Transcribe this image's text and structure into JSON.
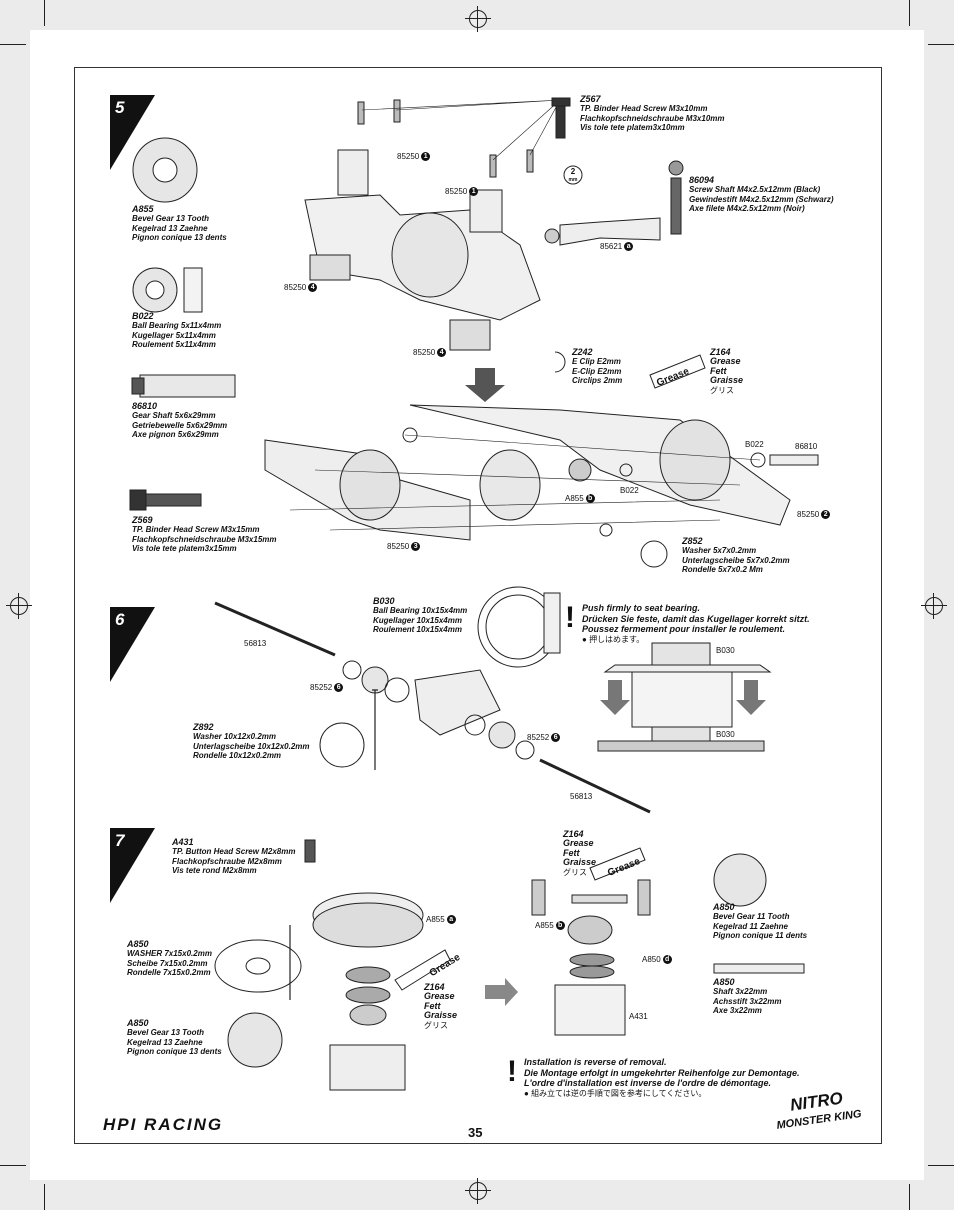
{
  "page_number": "35",
  "steps": {
    "s5": "5",
    "s6": "6",
    "s7": "7"
  },
  "brand": {
    "left": "HPI RACING",
    "right_top": "NITRO",
    "right_bottom": "MONSTER KING"
  },
  "parts": {
    "z567": {
      "code": "Z567",
      "lines": [
        "TP. Binder Head Screw M3x10mm",
        "Flachkopfschneidschraube M3x10mm",
        "Vis tole tete platem3x10mm"
      ]
    },
    "a855": {
      "code": "A855",
      "lines": [
        "Bevel Gear 13 Tooth",
        "Kegelrad 13 Zaehne",
        "Pignon conique 13 dents"
      ]
    },
    "n86094": {
      "code": "86094",
      "lines": [
        "Screw Shaft M4x2.5x12mm (Black)",
        "Gewindestift M4x2.5x12mm (Schwarz)",
        "Axe filete M4x2.5x12mm (Noir)"
      ]
    },
    "b022": {
      "code": "B022",
      "lines": [
        "Ball Bearing 5x11x4mm",
        "Kugellager 5x11x4mm",
        "Roulement 5x11x4mm"
      ]
    },
    "n86810": {
      "code": "86810",
      "lines": [
        "Gear Shaft 5x6x29mm",
        "Getriebewelle 5x6x29mm",
        "Axe pignon 5x6x29mm"
      ]
    },
    "z242": {
      "code": "Z242",
      "lines": [
        "E Clip E2mm",
        "E-Clip E2mm",
        "Circlips 2mm"
      ]
    },
    "z164": {
      "code": "Z164",
      "lines": [
        "Grease",
        "Fett",
        "Graisse"
      ],
      "jp": "グリス"
    },
    "z569": {
      "code": "Z569",
      "lines": [
        "TP. Binder Head Screw M3x15mm",
        "Flachkopfschneidschraube M3x15mm",
        "Vis tole tete platem3x15mm"
      ]
    },
    "z852": {
      "code": "Z852",
      "lines": [
        "Washer 5x7x0.2mm",
        "Unterlagscheibe 5x7x0.2mm",
        "Rondelle 5x7x0.2 Mm"
      ]
    },
    "b030": {
      "code": "B030",
      "lines": [
        "Ball Bearing 10x15x4mm",
        "Kugellager 10x15x4mm",
        "Roulement 10x15x4mm"
      ]
    },
    "z892": {
      "code": "Z892",
      "lines": [
        "Washer 10x12x0.2mm",
        "Unterlagscheibe 10x12x0.2mm",
        "Rondelle 10x12x0.2mm"
      ]
    },
    "a431": {
      "code": "A431",
      "lines": [
        "TP. Button Head Screw M2x8mm",
        "Flachkopfschraube M2x8mm",
        "Vis tete rond M2x8mm"
      ]
    },
    "a850w": {
      "code": "A850",
      "lines": [
        "WASHER 7x15x0.2mm",
        "Scheibe 7x15x0.2mm",
        "Rondelle 7x15x0.2mm"
      ]
    },
    "a850g13": {
      "code": "A850",
      "lines": [
        "Bevel Gear 13 Tooth",
        "Kegelrad 13 Zaehne",
        "Pignon conique 13 dents"
      ]
    },
    "a850g11": {
      "code": "A850",
      "lines": [
        "Bevel Gear 11 Tooth",
        "Kegelrad 11 Zaehne",
        "Pignon conique 11 dents"
      ]
    },
    "a850s": {
      "code": "A850",
      "lines": [
        "Shaft 3x22mm",
        "Achsstift 3x22mm",
        "Axe 3x22mm"
      ]
    }
  },
  "callouts": {
    "c85250_1a": {
      "text": "85250",
      "badge": "1"
    },
    "c85250_1b": {
      "text": "85250",
      "badge": "1"
    },
    "c85250_4a": {
      "text": "85250",
      "badge": "4"
    },
    "c85250_4b": {
      "text": "85250",
      "badge": "4"
    },
    "c85621": {
      "text": "85621",
      "badge": "a"
    },
    "c85250_2": {
      "text": "85250",
      "badge": "2"
    },
    "c85250_3": {
      "text": "85250",
      "badge": "3"
    },
    "cB022a": {
      "text": "B022"
    },
    "cB022b": {
      "text": "B022"
    },
    "c86810": {
      "text": "86810"
    },
    "cA855b": {
      "text": "A855",
      "badge": "b"
    },
    "c56813a": {
      "text": "56813"
    },
    "c56813b": {
      "text": "56813"
    },
    "c85252a": {
      "text": "85252",
      "badge": "6"
    },
    "c85252b": {
      "text": "85252",
      "badge": "6"
    },
    "cB030a": {
      "text": "B030"
    },
    "cB030b": {
      "text": "B030"
    },
    "cA855a": {
      "text": "A855",
      "badge": "a"
    },
    "cA855b2": {
      "text": "A855",
      "badge": "b"
    },
    "cA850d": {
      "text": "A850",
      "badge": "d"
    },
    "cA431": {
      "text": "A431"
    },
    "hex": {
      "text": "2",
      "unit": "mm"
    },
    "grease_tube": "Grease"
  },
  "notes": {
    "press": {
      "lines": [
        "Push firmly to seat bearing.",
        "Drücken Sie feste, damit das Kugellager korrekt sitzt.",
        "Poussez fermement pour installer le roulement."
      ],
      "jp": "押しはめます。"
    },
    "install": {
      "lines": [
        "Installation is reverse of removal.",
        "Die Montage erfolgt in umgekehrter Reihenfolge zur Demontage.",
        "L'ordre d'installation est inverse de l'ordre de démontage."
      ],
      "jp": "組み立ては逆の手順で図を参考にしてください。"
    }
  }
}
